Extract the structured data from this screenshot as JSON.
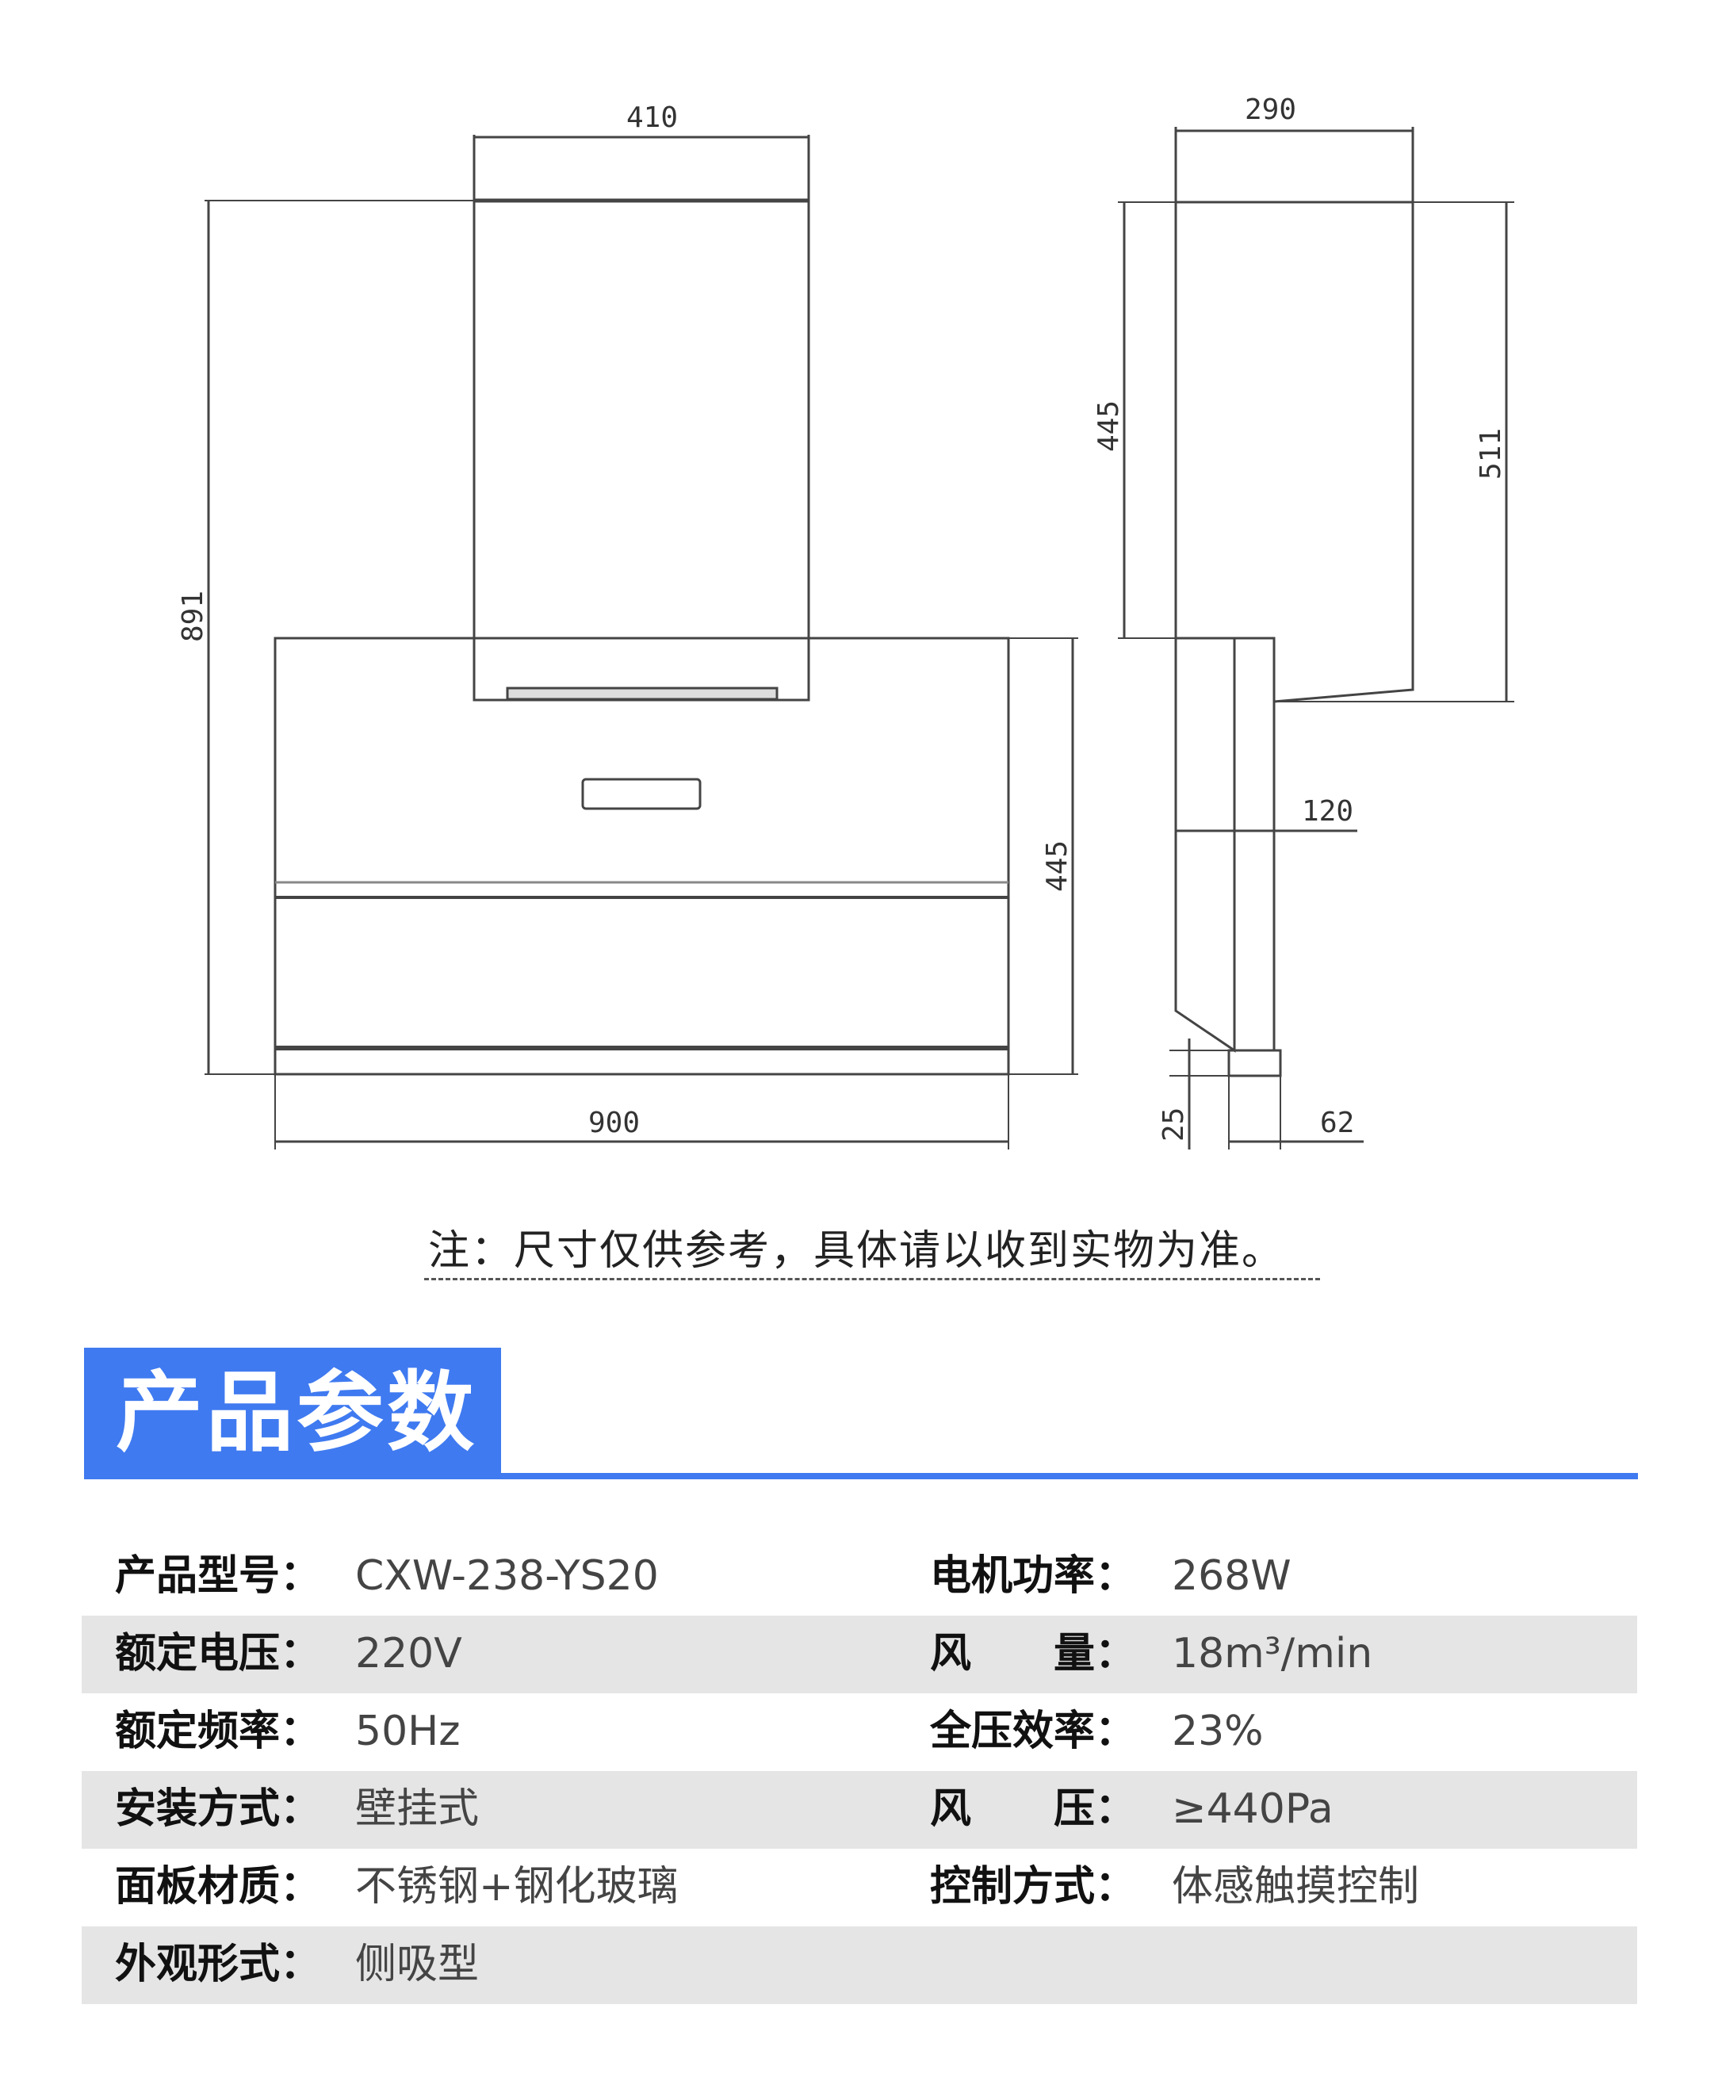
{
  "drawing": {
    "front_view": {
      "top_width": "410",
      "total_height": "891",
      "lower_height": "445",
      "bottom_width": "900"
    },
    "side_view": {
      "top_depth": "290",
      "upper_height": "445",
      "total_height": "511",
      "panel_depth": "120",
      "bottom_height": "25",
      "bottom_depth": "62"
    }
  },
  "note": "注：尺寸仅供参考，具体请以收到实物为准。",
  "section": {
    "title": "产品参数"
  },
  "params": [
    {
      "left_label": "产品型号：",
      "left_value": "CXW-238-YS20",
      "right_label": "电机功率：",
      "right_value": "268W"
    },
    {
      "left_label": "额定电压：",
      "left_value": "220V",
      "right_label": "风　　量：",
      "right_value": "18m³/min"
    },
    {
      "left_label": "额定频率：",
      "left_value": "50Hz",
      "right_label": "全压效率：",
      "right_value": "23%"
    },
    {
      "left_label": "安装方式：",
      "left_value": "壁挂式",
      "right_label": "风　　压：",
      "right_value": "≥440Pa"
    },
    {
      "left_label": "面板材质：",
      "left_value": "不锈钢+钢化玻璃",
      "right_label": "控制方式：",
      "right_value": "体感触摸控制"
    },
    {
      "left_label": "外观形式：",
      "left_value": "侧吸型",
      "right_label": "",
      "right_value": ""
    }
  ]
}
